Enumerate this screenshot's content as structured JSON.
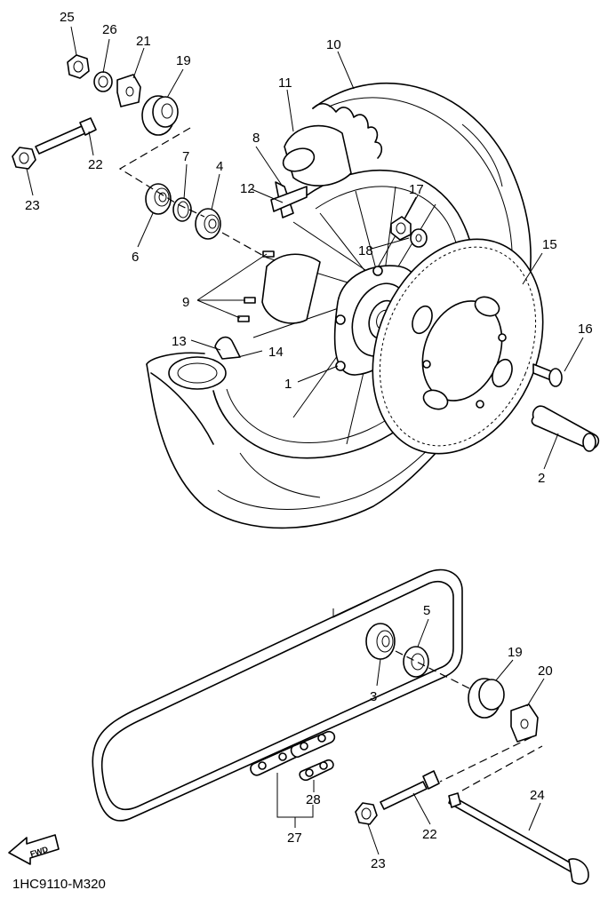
{
  "diagram_code": "1HC9110-M320",
  "fwd_label": "FWD",
  "callouts": {
    "c1": "1",
    "c2": "2",
    "c3": "3",
    "c4": "4",
    "c5": "5",
    "c6": "6",
    "c7": "7",
    "c8": "8",
    "c9": "9",
    "c10": "10",
    "c11": "11",
    "c12": "12",
    "c13": "13",
    "c14": "14",
    "c15": "15",
    "c16": "16",
    "c17": "17",
    "c18": "18",
    "c19a": "19",
    "c19b": "19",
    "c20": "20",
    "c21": "21",
    "c22a": "22",
    "c22b": "22",
    "c23a": "23",
    "c23b": "23",
    "c24": "24",
    "c25": "25",
    "c26": "26",
    "c27": "27",
    "c28": "28"
  }
}
